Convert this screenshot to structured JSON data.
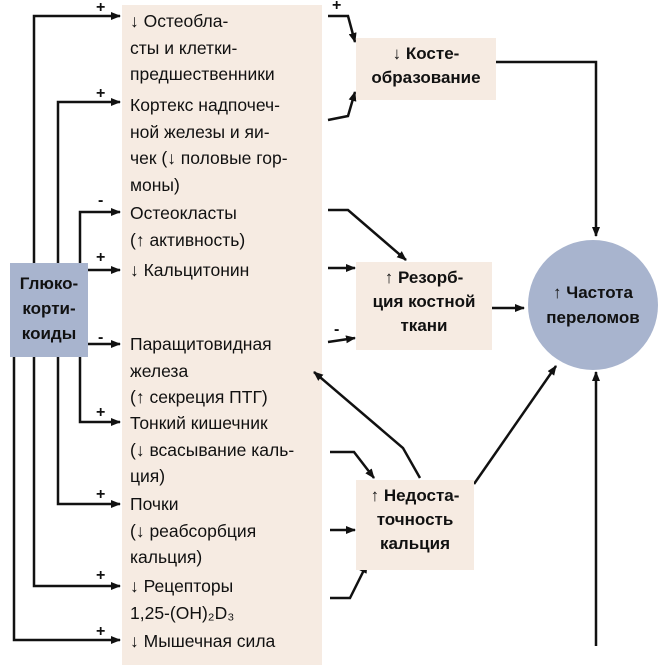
{
  "glucocorticoids": {
    "lines": [
      "Глюко-",
      "корти-",
      "коиды"
    ]
  },
  "effects": [
    {
      "sign": "+",
      "lines": [
        "↓ Остеобла-",
        "сты и клетки-",
        "предшественники"
      ]
    },
    {
      "sign": "+",
      "lines": [
        "Кортекс надпочеч-",
        "ной железы и яи-",
        "чек (↓ половые гор-",
        "моны)"
      ]
    },
    {
      "sign": "-",
      "lines": [
        "Остеокласты",
        "(↑ активность)"
      ]
    },
    {
      "sign": "+",
      "lines": [
        "↓ Кальцитонин"
      ]
    },
    {
      "sign": "-",
      "lines": [
        "Паращитовидная",
        "железа",
        "(↑ секреция ПТГ)"
      ]
    },
    {
      "sign": "+",
      "lines": [
        "Тонкий кишечник",
        "(↓ всасывание каль-",
        "ция)"
      ]
    },
    {
      "sign": "+",
      "lines": [
        "Почки",
        "(↓ реабсорбция",
        "кальция)"
      ]
    },
    {
      "sign": "+",
      "lines": [
        "↓ Рецепторы",
        "1,25-(OH)₂D₃"
      ]
    },
    {
      "sign": "+",
      "lines": [
        "↓ Мышечная сила"
      ]
    }
  ],
  "outcomes": {
    "bone_formation": {
      "lines": [
        "↓ Косте-",
        "образование"
      ],
      "sign_in": "+"
    },
    "bone_resorption": {
      "lines": [
        "↑ Резорб-",
        "ция костной",
        "ткани"
      ],
      "sign_in": "-"
    },
    "calcium_deficiency": {
      "lines": [
        "↑ Недоста-",
        "точность",
        "кальция"
      ]
    }
  },
  "fracture": {
    "lines": [
      "↑ Частота",
      "переломов"
    ]
  }
}
